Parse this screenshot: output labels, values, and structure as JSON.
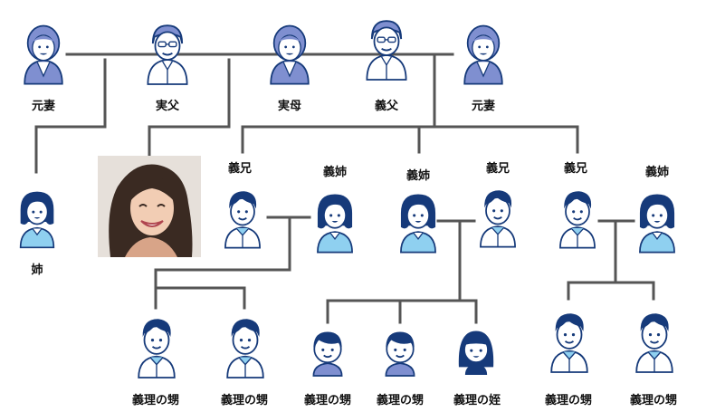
{
  "colors": {
    "line": "#555555",
    "navy": "#163a7a",
    "light_blue": "#8fd0f0",
    "skin": "#ffffff",
    "elder_shirt": "#ffffff",
    "mid_blue": "#7f8fd0",
    "label": "#111111"
  },
  "generation1": [
    {
      "key": "ex_wife_left",
      "label": "元妻",
      "icon": "elderly-woman-icon"
    },
    {
      "key": "father",
      "label": "実父",
      "icon": "elderly-man-glasses-icon"
    },
    {
      "key": "mother",
      "label": "実母",
      "icon": "elderly-woman-icon"
    },
    {
      "key": "father_in_law",
      "label": "義父",
      "icon": "elderly-man-glasses-icon"
    },
    {
      "key": "ex_wife_right",
      "label": "元妻",
      "icon": "elderly-woman-icon"
    }
  ],
  "generation2": [
    {
      "key": "sister",
      "label": "姉",
      "icon": "woman-icon"
    },
    {
      "key": "subject_photo",
      "label": "",
      "icon": "woman-portrait-photo"
    },
    {
      "key": "brother_in_law_1",
      "label": "義兄",
      "icon": "man-icon"
    },
    {
      "key": "sister_in_law_1",
      "label": "義姉",
      "icon": "woman-icon"
    },
    {
      "key": "sister_in_law_2",
      "label": "義姉",
      "icon": "woman-icon"
    },
    {
      "key": "brother_in_law_2",
      "label": "義兄",
      "icon": "man-icon"
    },
    {
      "key": "brother_in_law_3",
      "label": "義兄",
      "icon": "man-icon"
    },
    {
      "key": "sister_in_law_3",
      "label": "義姉",
      "icon": "woman-icon"
    }
  ],
  "generation3": [
    {
      "key": "nephew_1",
      "label": "義理の甥",
      "icon": "man-icon"
    },
    {
      "key": "nephew_2",
      "label": "義理の甥",
      "icon": "man-icon"
    },
    {
      "key": "nephew_3",
      "label": "義理の甥",
      "icon": "boy-icon"
    },
    {
      "key": "nephew_4",
      "label": "義理の甥",
      "icon": "boy-icon"
    },
    {
      "key": "niece_1",
      "label": "義理の姪",
      "icon": "girl-icon"
    },
    {
      "key": "nephew_5",
      "label": "義理の甥",
      "icon": "man-icon"
    },
    {
      "key": "nephew_6",
      "label": "義理の甥",
      "icon": "man-icon"
    }
  ]
}
